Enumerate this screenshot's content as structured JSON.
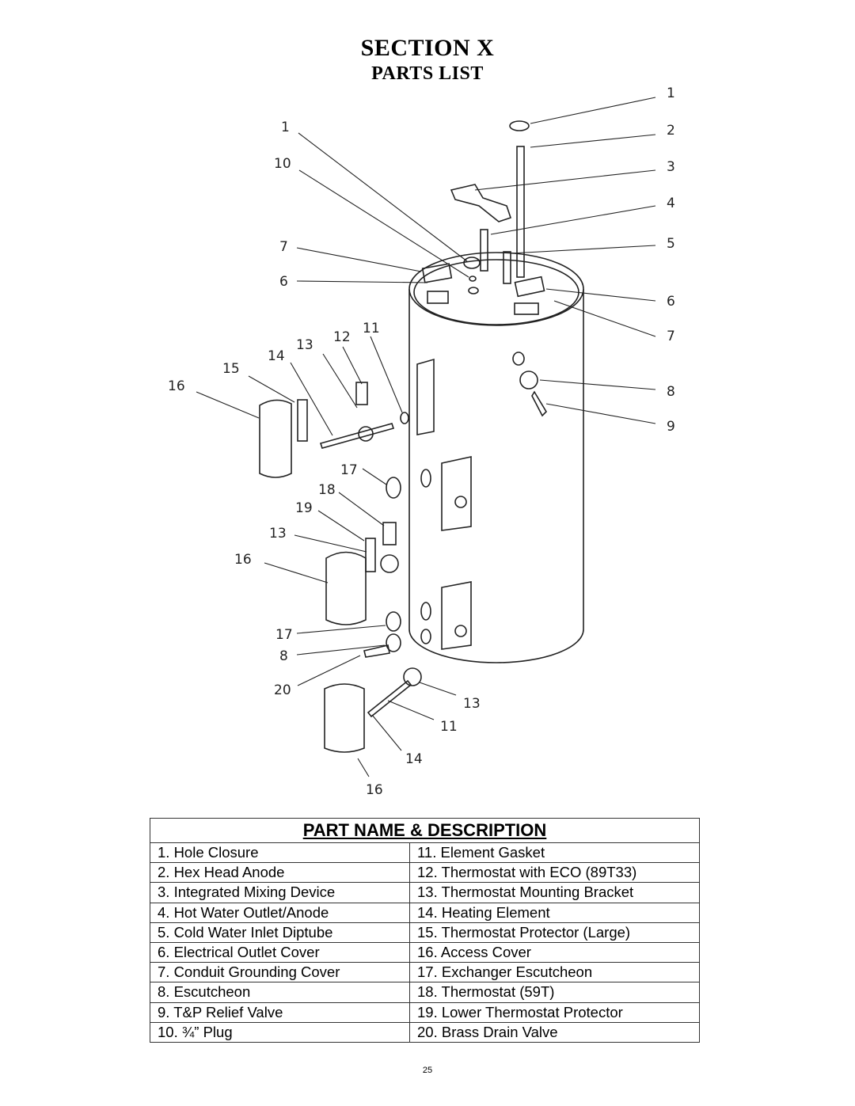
{
  "header": {
    "title": "SECTION X",
    "subtitle": "PARTS LIST"
  },
  "diagram": {
    "callouts": [
      "1",
      "2",
      "3",
      "4",
      "5",
      "6",
      "7",
      "8",
      "9",
      "1",
      "10",
      "7",
      "6",
      "11",
      "12",
      "13",
      "14",
      "15",
      "16",
      "17",
      "18",
      "19",
      "13",
      "16",
      "17",
      "8",
      "20",
      "13",
      "11",
      "14",
      "16"
    ]
  },
  "parts_table": {
    "heading": "PART NAME & DESCRIPTION",
    "left_column": [
      "1. Hole Closure",
      "2. Hex Head Anode",
      "3. Integrated Mixing Device",
      "4. Hot Water Outlet/Anode",
      "5. Cold Water Inlet Diptube",
      "6. Electrical Outlet Cover",
      "7. Conduit Grounding Cover",
      "8. Escutcheon",
      "9. T&P Relief Valve",
      "10. ¾” Plug"
    ],
    "right_column": [
      "11. Element Gasket",
      "12. Thermostat with ECO (89T33)",
      "13. Thermostat Mounting Bracket",
      "14. Heating Element",
      "15. Thermostat Protector (Large)",
      "16. Access Cover",
      "17. Exchanger Escutcheon",
      "18. Thermostat (59T)",
      "19. Lower Thermostat Protector",
      "20. Brass Drain Valve"
    ]
  },
  "footer": {
    "page_number": "25"
  }
}
